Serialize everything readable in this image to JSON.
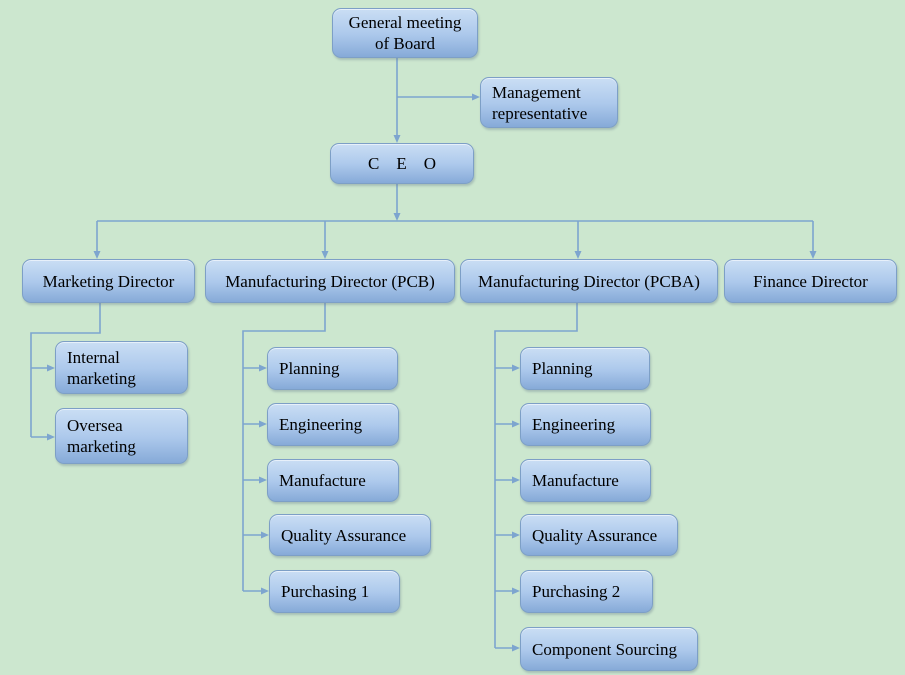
{
  "colors": {
    "background": "#cce7cf",
    "connector": "#7da5cf",
    "box_border": "#7d9fc6",
    "box_fill_top": "#cadef4",
    "box_fill_mid": "#adc9ec",
    "box_fill_bottom": "#86aad8",
    "text": "#000000"
  },
  "org_chart": {
    "nodes": {
      "general_meeting": "General meeting\nof Board",
      "management_representative": "Management\nrepresentative",
      "ceo": "C    E    O",
      "marketing_director": "Marketing Director",
      "manufacturing_director_pcb": "Manufacturing Director (PCB)",
      "manufacturing_director_pcba": "Manufacturing Director (PCBA)",
      "finance_director": "Finance Director",
      "internal_marketing": "Internal\nmarketing",
      "oversea_marketing": "Oversea\nmarketing",
      "pcb_planning": "Planning",
      "pcb_engineering": "Engineering",
      "pcb_manufacture": "Manufacture",
      "pcb_quality_assurance": "Quality Assurance",
      "pcb_purchasing_1": "Purchasing 1",
      "pcba_planning": "Planning",
      "pcba_engineering": "Engineering",
      "pcba_manufacture": "Manufacture",
      "pcba_quality_assurance": "Quality Assurance",
      "pcba_purchasing_2": "Purchasing 2",
      "pcba_component_sourcing": "Component Sourcing"
    }
  }
}
